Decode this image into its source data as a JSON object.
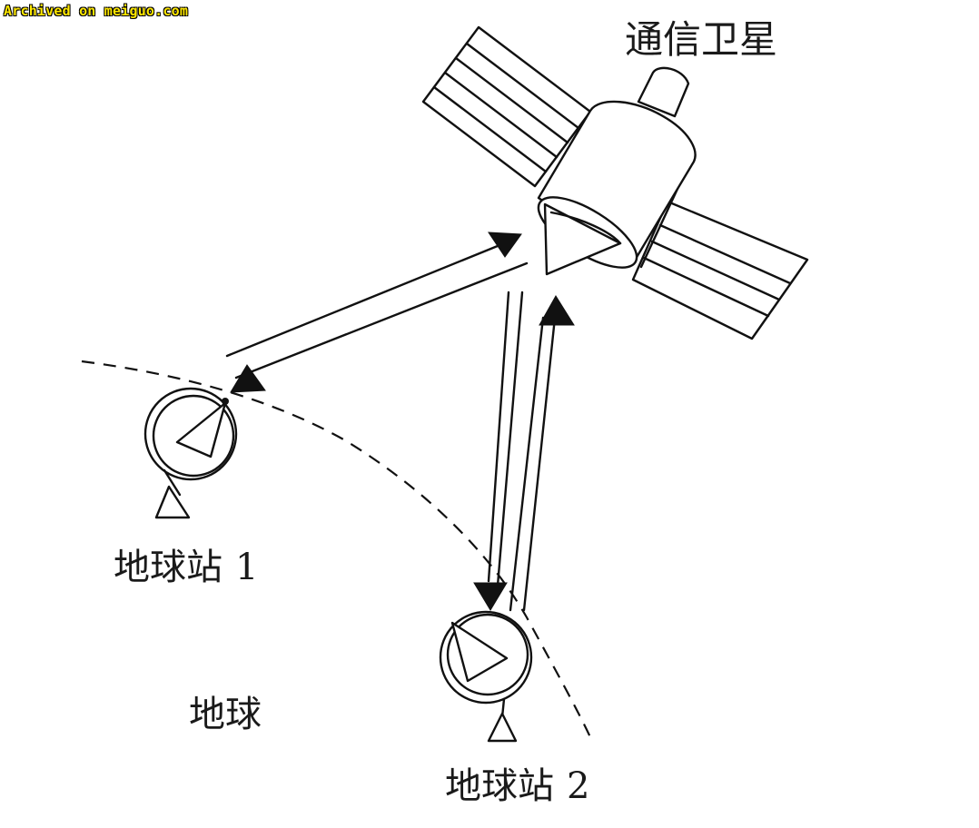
{
  "watermark": "Archived on meiguo.com",
  "labels": {
    "satellite": "通信卫星",
    "station1": "地球站",
    "station1_num": "1",
    "station2": "地球站",
    "station2_num": "2",
    "earth": "地球"
  },
  "icons": [
    "satellite-icon",
    "earth-station-dish-icon",
    "arrowhead-icon"
  ],
  "colors": {
    "line": "#111111",
    "background": "#ffffff",
    "watermark": "#ffe800"
  }
}
